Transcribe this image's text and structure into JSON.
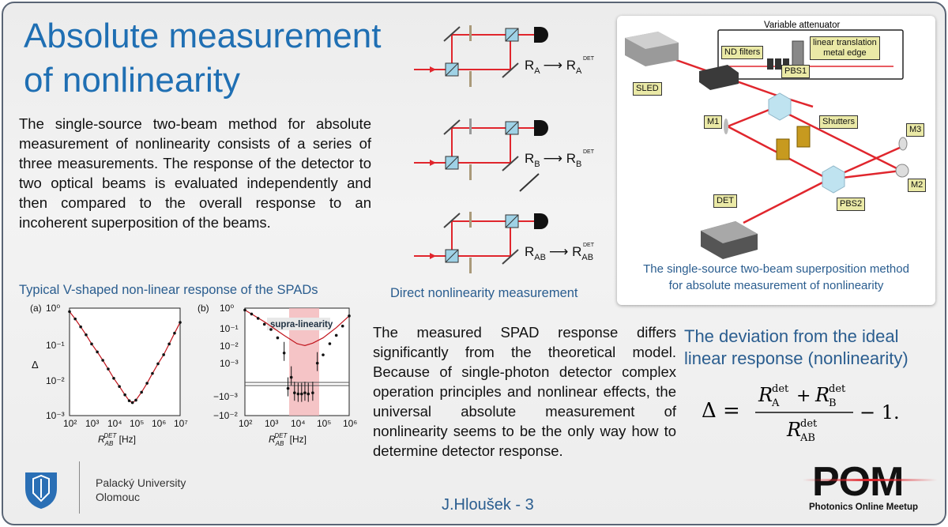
{
  "title": {
    "line1": "Absolute measurement",
    "line2": "of nonlinearity"
  },
  "intro_text": "The single-source two-beam method for absolute measurement of nonlinearity consists of a series of three measurements.  The response of the detector to two optical beams is evaluated independently and then compared to the overall response to an incoherent superposition of the beams.",
  "plots": {
    "caption": "Typical V-shaped non-linear response of the SPADs",
    "panel_a": "(a)",
    "panel_b": "(b)",
    "supra_label": "supra-linearity",
    "ylabel": "Δ",
    "xlabel_main": "R",
    "xlabel_sub": "AB",
    "xlabel_sup": "DET",
    "xlabel_unit": " [Hz]"
  },
  "diagram": {
    "caption": "Direct nonlinearity measurement",
    "rows": [
      {
        "r": "R",
        "sub": "A",
        "det_sub": "A"
      },
      {
        "r": "R",
        "sub": "B",
        "det_sub": "B"
      },
      {
        "r": "R",
        "sub": "AB",
        "det_sub": "AB"
      }
    ],
    "det_sup": "DET"
  },
  "setup": {
    "attenuator_title": "Variable attenuator",
    "nd_filters": "ND filters",
    "edge_line1": "linear translation",
    "edge_line2": "metal edge",
    "sled": "SLED",
    "pbs1": "PBS1",
    "pbs2": "PBS2",
    "m1": "M1",
    "m2": "M2",
    "m3": "M3",
    "shutters": "Shutters",
    "det": "DET",
    "caption_line1": "The single-source two-beam superposition method",
    "caption_line2": "for absolute measurement of nonlinearity"
  },
  "para2": "The measured SPAD response differs significantly from the theoretical model. Because of single-photon detector complex operation principles and nonlinear effects, the universal absolute measurement of nonlinearity seems to be the only way how to determine detector response.",
  "deviation_title": "The deviation from the ideal linear response (nonlinearity)",
  "formula": {
    "delta": "Δ =",
    "num_a": "R",
    "num_a_sub": "A",
    "num_b": "R",
    "num_b_sub": "B",
    "sup": "det",
    "plus": "+",
    "den": "R",
    "den_sub": "AB",
    "tail": "− 1."
  },
  "university": {
    "line1": "Palacký University",
    "line2": "Olomouc"
  },
  "author": "J.Hloušek - 3",
  "pom": {
    "big": "POM",
    "small": "Photonics Online Meetup"
  },
  "colors": {
    "title_blue": "#1f6fb3",
    "caption_blue": "#2a5d8f",
    "laser_red": "#e0262d",
    "label_yellow": "#eae9a6"
  },
  "chart_data": [
    {
      "type": "scatter",
      "title": "(a)",
      "xlabel": "R_AB^DET [Hz]",
      "ylabel": "Δ",
      "xscale": "log",
      "yscale": "log",
      "xlim": [
        100,
        10000000
      ],
      "ylim": [
        0.001,
        1
      ],
      "x_ticks": [
        "10²",
        "10³",
        "10⁴",
        "10⁵",
        "10⁶",
        "10⁷"
      ],
      "y_ticks": [
        "10⁰",
        "10⁻¹",
        "10⁻²",
        "10⁻³"
      ],
      "x": [
        100,
        180,
        320,
        560,
        1000,
        1800,
        3200,
        5600,
        10000,
        18000,
        32000,
        50000,
        70000,
        100000,
        180000,
        320000,
        560000,
        1000000,
        1800000,
        3200000,
        5600000,
        10000000
      ],
      "y": [
        0.8,
        0.5,
        0.3,
        0.18,
        0.1,
        0.06,
        0.035,
        0.02,
        0.011,
        0.0065,
        0.0038,
        0.0026,
        0.0023,
        0.0027,
        0.0045,
        0.008,
        0.015,
        0.028,
        0.05,
        0.1,
        0.2,
        0.4
      ]
    },
    {
      "type": "scatter",
      "title": "(b)",
      "xlabel": "R_AB^DET [Hz]",
      "ylabel": "Δ",
      "xscale": "symlog",
      "yscale": "symlog",
      "xlim": [
        100,
        1000000
      ],
      "y_ticks": [
        "10⁰",
        "10⁻¹",
        "10⁻²",
        "10⁻³",
        "−10⁻³",
        "−10⁻²"
      ],
      "x_ticks": [
        "10²",
        "10³",
        "10⁴",
        "10⁵",
        "10⁶"
      ],
      "annotation": "supra-linearity",
      "highlight_x": [
        3000,
        80000
      ],
      "x": [
        100,
        180,
        320,
        560,
        1000,
        1800,
        3200,
        4500,
        6000,
        8000,
        11000,
        15000,
        20000,
        27000,
        40000,
        60000,
        100000,
        180000,
        320000,
        560000,
        1000000
      ],
      "y": [
        0.8,
        0.5,
        0.3,
        0.15,
        0.08,
        0.03,
        0.005,
        -0.0004,
        0.0006,
        -0.0008,
        -0.0009,
        -0.0009,
        -0.0008,
        -0.0009,
        -0.0008,
        0.0015,
        0.004,
        0.015,
        0.04,
        0.12,
        0.4
      ]
    }
  ]
}
